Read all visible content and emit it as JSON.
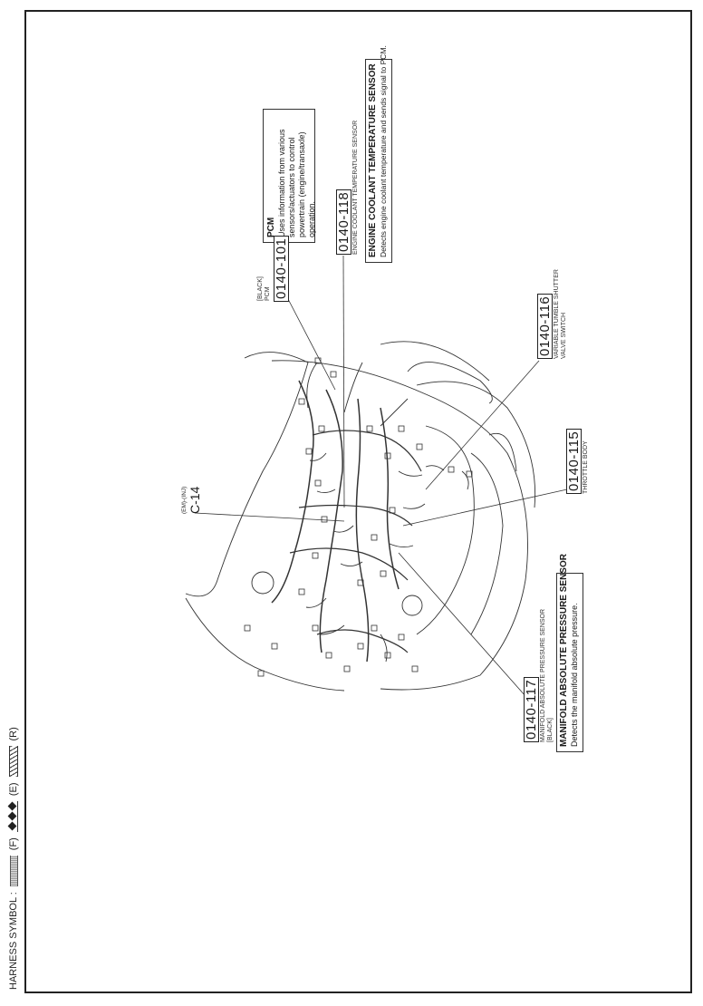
{
  "harness_symbol": {
    "label": "HARNESS SYMBOL :",
    "legend": [
      {
        "pattern": "dotted-band",
        "code": "(F)"
      },
      {
        "pattern": "diamonds",
        "code": "(E)"
      },
      {
        "pattern": "hatched",
        "code": "(R)"
      }
    ]
  },
  "connector_c14": {
    "prefix": "(EM)-(INJ)",
    "code": "C-14"
  },
  "callouts": {
    "pcm_connector": {
      "note_line1": "[BLACK]",
      "note_line2": "PCM",
      "code": "0140-101"
    },
    "ect_connector": {
      "code": "0140-118",
      "name": "ENGINE COOLANT TEMPERATURE SENSOR"
    },
    "vts_connector": {
      "code": "0140-116",
      "name_line1": "VARIABLE TUMBLE SHUTTER",
      "name_line2": "VALVE SWITCH"
    },
    "throttle_connector": {
      "code": "0140-115",
      "name": "THROTTLE BODY"
    },
    "map_connector": {
      "code": "0140-117",
      "name": "MANIFOLD ABSOLUTE PRESSURE SENSOR",
      "note": "[BLACK]"
    }
  },
  "info_boxes": {
    "pcm": {
      "title": "PCM",
      "text": "Uses information from various sensors/actuators to control powertrain (engine/transaxle) operation."
    },
    "ect": {
      "title": "ENGINE COOLANT TEMPERATURE SENSOR",
      "text": "Detects engine coolant temperature and sends signal to PCM."
    },
    "map": {
      "title": "MANIFOLD ABSOLUTE PRESSURE SENSOR",
      "text": "Detects the manifold absolute pressure."
    }
  }
}
